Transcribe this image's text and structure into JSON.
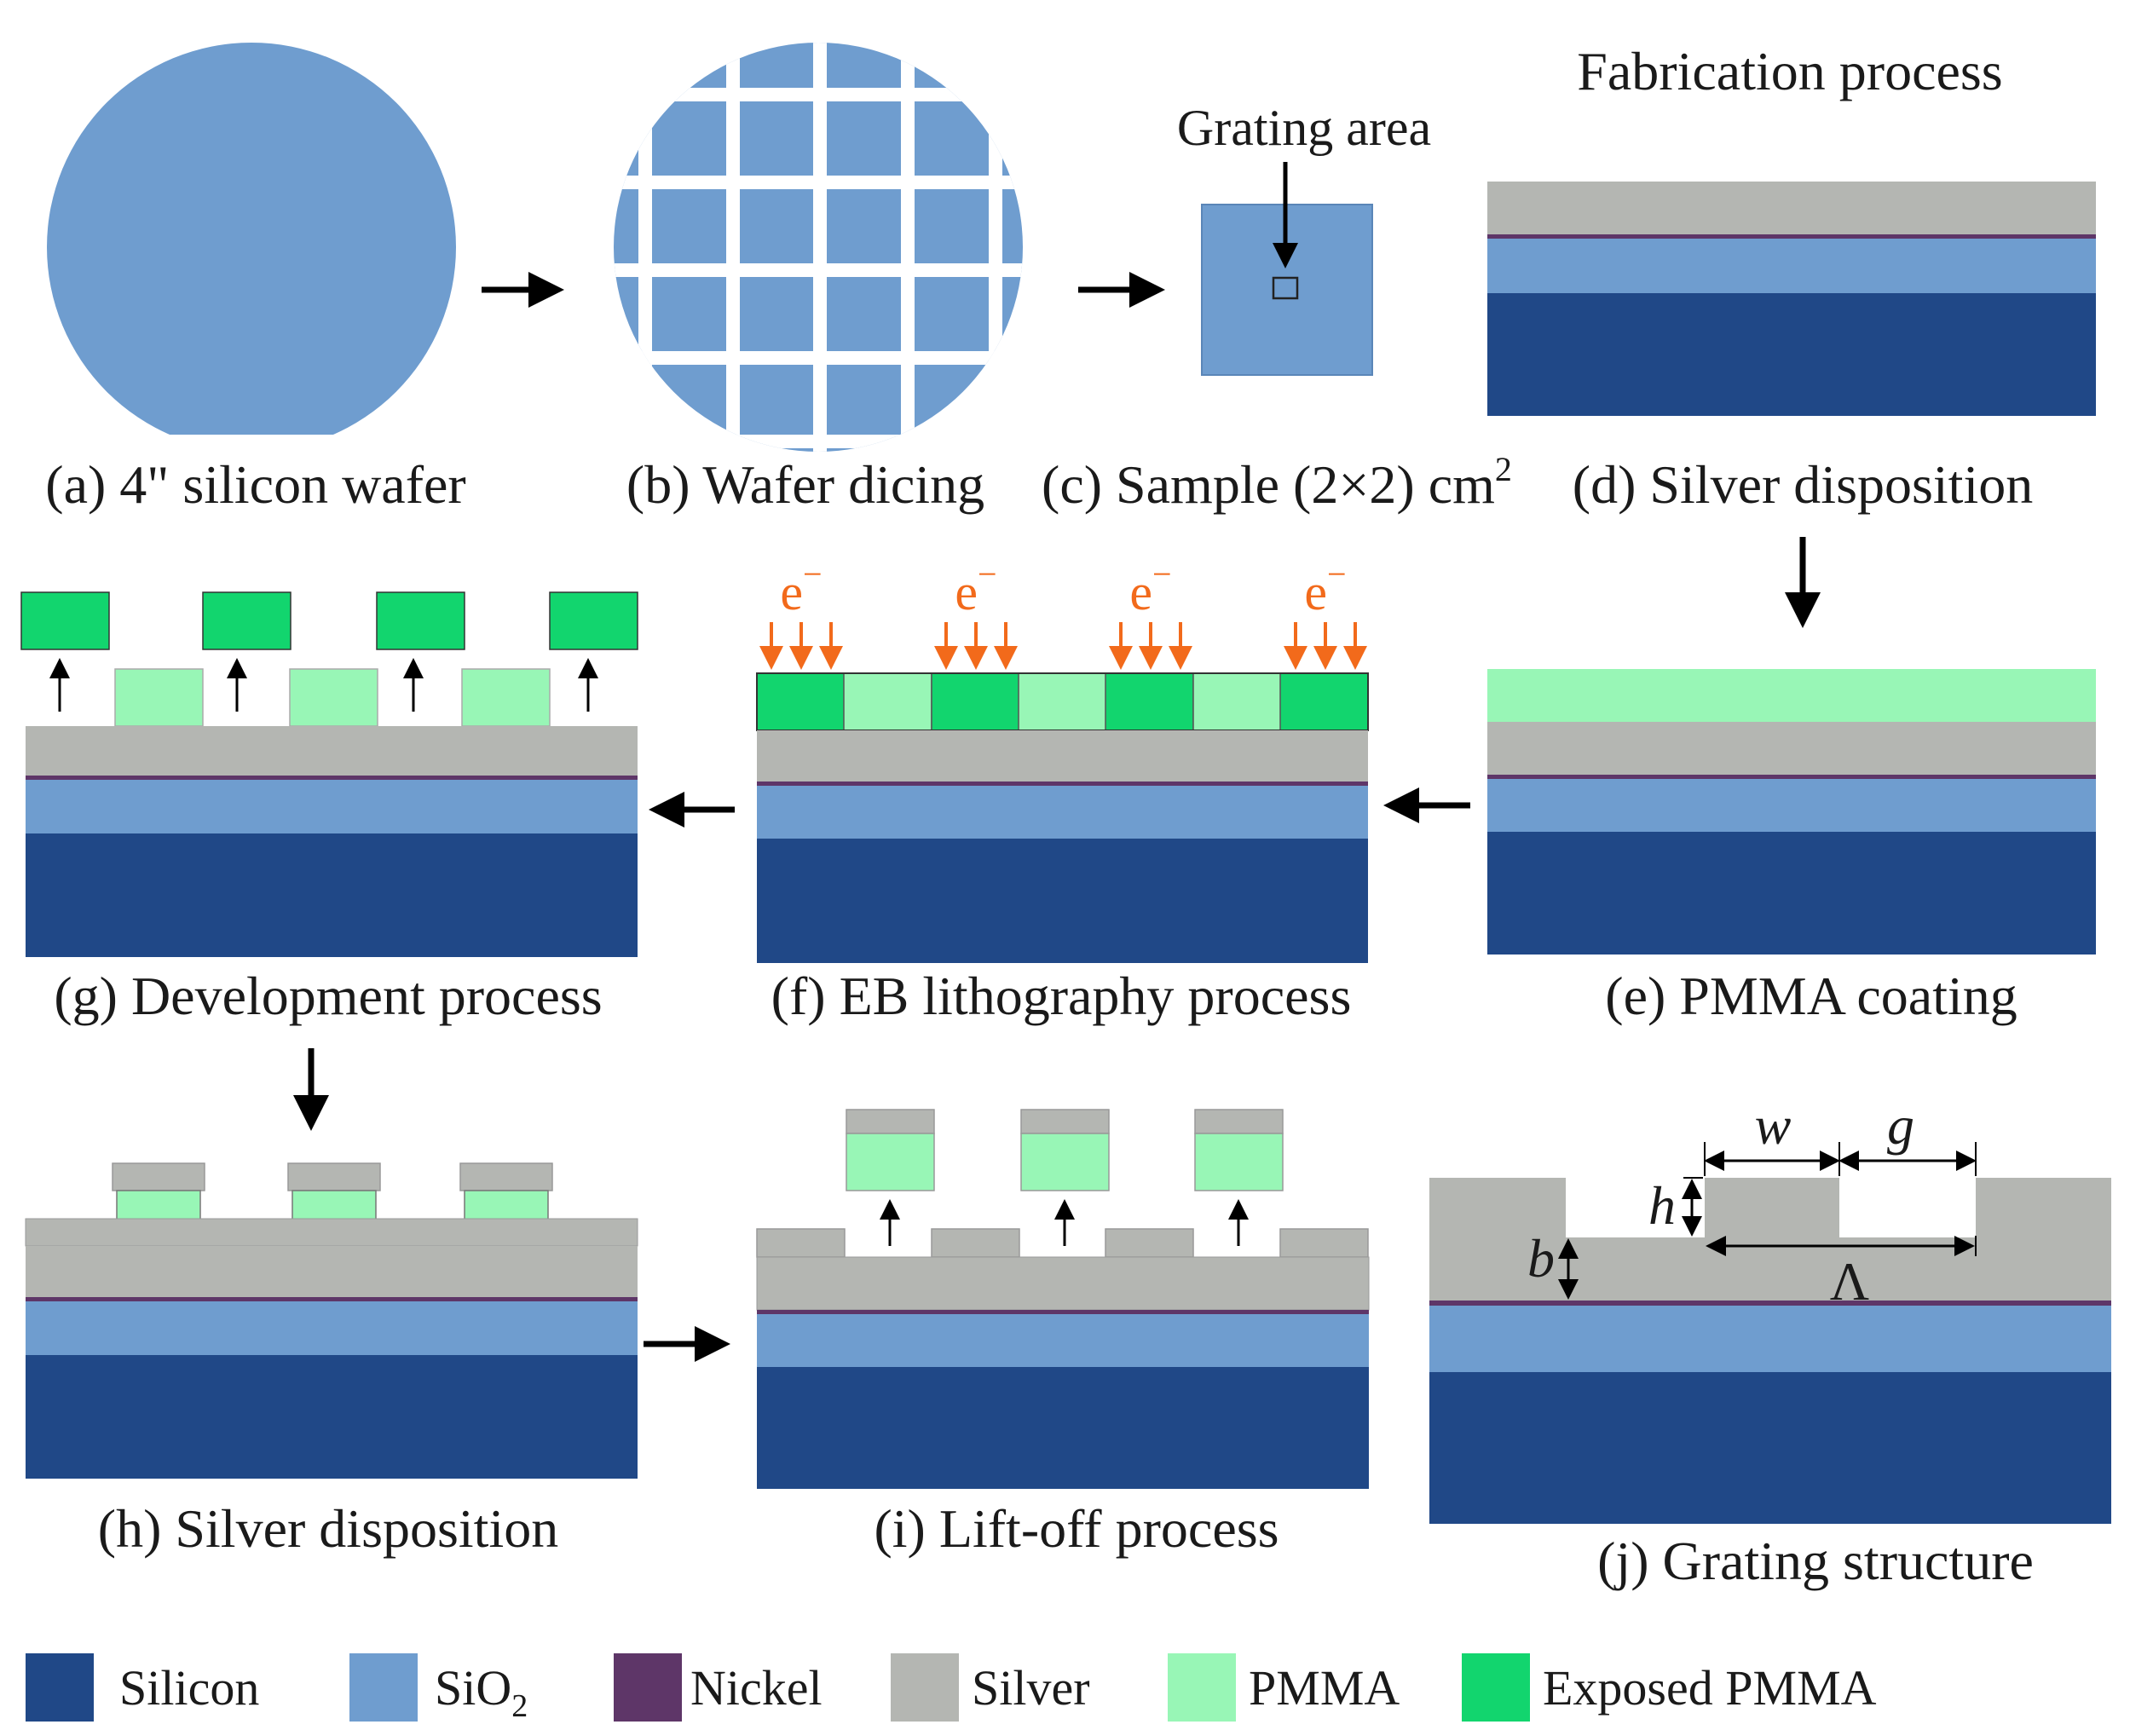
{
  "title": "Fabrication process",
  "colors": {
    "silicon": "#204887",
    "sio2": "#6f9dcf",
    "nickel": "#5e3668",
    "silver": "#b4b6b2",
    "pmma": "#98f6b6",
    "exposed_pmma": "#12d56e",
    "electron": "#f26a1b"
  },
  "panels": {
    "a": {
      "caption": "(a) 4\" silicon wafer"
    },
    "b": {
      "caption": "(b) Wafer dicing"
    },
    "c": {
      "caption_main": "(c) Sample (2×2) cm",
      "caption_sup": "2",
      "annotation": "Grating area"
    },
    "d": {
      "caption": "(d) Silver disposition"
    },
    "e": {
      "caption": "(e) PMMA coating"
    },
    "f": {
      "caption": "(f) EB lithography process",
      "electron_label": "e",
      "electron_sup": "−"
    },
    "g": {
      "caption": "(g) Development process"
    },
    "h": {
      "caption": "(h) Silver disposition"
    },
    "i": {
      "caption": "(i) Lift-off process"
    },
    "j": {
      "caption": "(j) Grating structure",
      "labels": {
        "w": "w",
        "g": "g",
        "h": "h",
        "b": "b",
        "period": "Λ"
      }
    }
  },
  "legend": [
    {
      "key": "silicon",
      "label": "Silicon"
    },
    {
      "key": "sio2",
      "label_main": "SiO",
      "label_sub": "2"
    },
    {
      "key": "nickel",
      "label": "Nickel"
    },
    {
      "key": "silver",
      "label": "Silver"
    },
    {
      "key": "pmma",
      "label": "PMMA"
    },
    {
      "key": "exposed_pmma",
      "label": "Exposed PMMA"
    }
  ]
}
